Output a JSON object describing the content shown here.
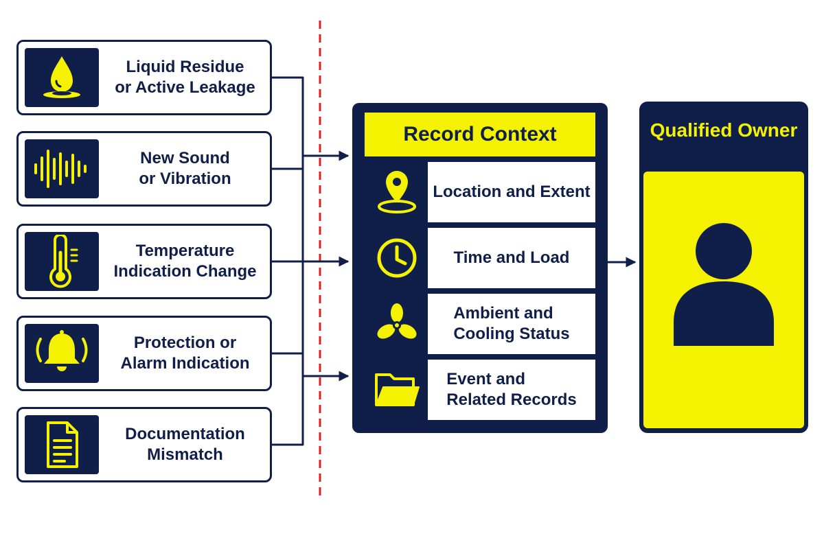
{
  "colors": {
    "navy": "#0f1f4a",
    "accent_yellow": "#f4f200",
    "divider_red": "#e02020",
    "background": "#ffffff"
  },
  "observations": [
    {
      "label": "Liquid Residue\nor Active Leakage",
      "icon": "droplet-icon"
    },
    {
      "label": "New Sound\nor Vibration",
      "icon": "sound-wave-icon"
    },
    {
      "label": "Temperature\nIndication Change",
      "icon": "thermometer-icon"
    },
    {
      "label": "Protection or\nAlarm Indication",
      "icon": "alarm-bell-icon"
    },
    {
      "label": "Documentation\nMismatch",
      "icon": "document-icon"
    }
  ],
  "record_context": {
    "title": "Record Context",
    "items": [
      {
        "label": "Location and Extent",
        "icon": "location-pin-icon"
      },
      {
        "label": "Time and Load",
        "icon": "clock-icon"
      },
      {
        "label": "Ambient and\nCooling Status",
        "icon": "fan-icon"
      },
      {
        "label": "Event and\nRelated Records",
        "icon": "folder-icon"
      }
    ]
  },
  "owner": {
    "title": "Qualified Owner",
    "icon": "person-icon"
  }
}
